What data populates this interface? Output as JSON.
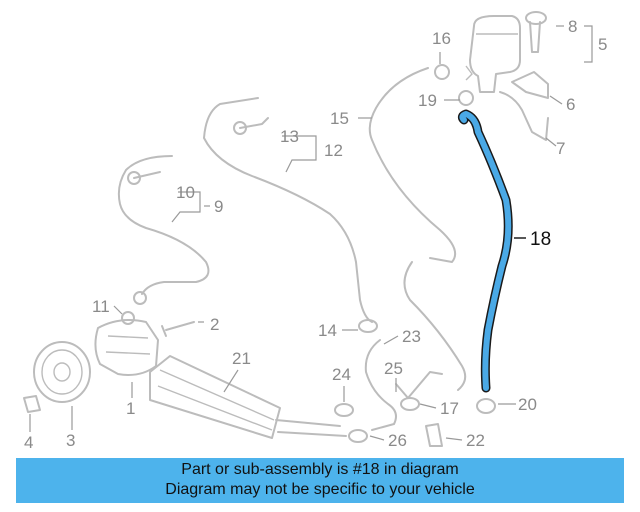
{
  "callouts": {
    "c1": "1",
    "c2": "2",
    "c3": "3",
    "c4": "4",
    "c5": "5",
    "c6": "6",
    "c7": "7",
    "c8": "8",
    "c9": "9",
    "c10": "10",
    "c11": "11",
    "c12": "12",
    "c13": "13",
    "c14": "14",
    "c15": "15",
    "c16": "16",
    "c17": "17",
    "c18": "18",
    "c19": "19",
    "c20": "20",
    "c21": "21",
    "c22": "22",
    "c23": "23",
    "c24": "24",
    "c25": "25",
    "c26": "26"
  },
  "highlight": {
    "part": "18",
    "color": "#4aa9e6"
  },
  "banner": {
    "line1": "Part or sub-assembly is #18 in diagram",
    "line2": "Diagram may not be specific to your vehicle",
    "color": "#4db3ec"
  }
}
